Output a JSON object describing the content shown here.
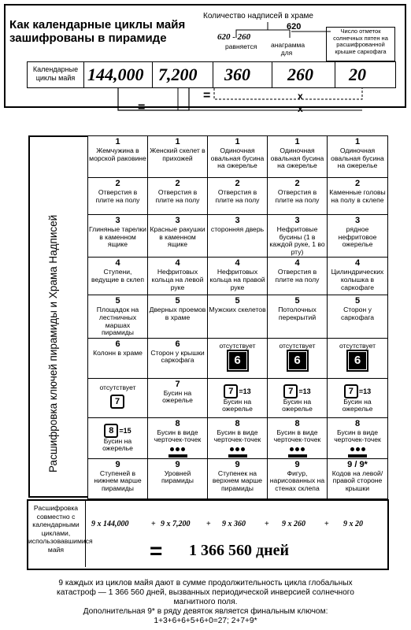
{
  "top": {
    "title_line1": "Как календарные циклы майя",
    "title_line2": "зашифрованы в пирамиде",
    "inscriptions_label": "Количество надписей в храме",
    "inscriptions_total": "620",
    "equals_formula": "620 - 260",
    "equals_word": "равняется",
    "anagram": "анаграмма для",
    "lid_note": "Число отметок солнечных пятен на расшифрованной крышке саркофага",
    "row_label": "Календарные циклы майя",
    "values": [
      "144,000",
      "7,200",
      "360",
      "260",
      "20"
    ],
    "eq_sign": "=",
    "x_sign": "x"
  },
  "side_label": "Расшифровка ключей пирамиды и Храма Надписей",
  "grid": [
    [
      {
        "n": "1",
        "t": "Жемчужина в морской раковине"
      },
      {
        "n": "1",
        "t": "Женский скелет в прихожей"
      },
      {
        "n": "1",
        "t": "Одиночная овальная бусина на ожерелье"
      },
      {
        "n": "1",
        "t": "Одиночная овальная бусина на ожерелье"
      },
      {
        "n": "1",
        "t": "Одиночная овальная бусина на ожерелье"
      }
    ],
    [
      {
        "n": "2",
        "t": "Отверстия в плите на полу"
      },
      {
        "n": "2",
        "t": "Отверстия в плите на полу"
      },
      {
        "n": "2",
        "t": "Отверстия в плите на полу"
      },
      {
        "n": "2",
        "t": "Отверстия в плите на полу"
      },
      {
        "n": "2",
        "t": "Каменные головы на полу в склепе"
      }
    ],
    [
      {
        "n": "3",
        "t": "Глиняные тарелки в каменном ящике"
      },
      {
        "n": "3",
        "t": "Красные ракушки в каменном ящике"
      },
      {
        "n": "3",
        "t": "сторонняя дверь"
      },
      {
        "n": "3",
        "t": "Нефритовые бусины (1 в каждой руке, 1 во рту)"
      },
      {
        "n": "3",
        "t": "рядное нефритовое ожерелье"
      }
    ],
    [
      {
        "n": "4",
        "t": "Ступени, ведущие в склеп"
      },
      {
        "n": "4",
        "t": "Нефритовых кольца на левой руке"
      },
      {
        "n": "4",
        "t": "Нефритовых кольца на правой руке"
      },
      {
        "n": "4",
        "t": "Отверстия в плите на полу"
      },
      {
        "n": "4",
        "t": "Цилиндрических колышка в саркофаге"
      }
    ],
    [
      {
        "n": "5",
        "t": "Площадок на лестничных маршах пирамиды"
      },
      {
        "n": "5",
        "t": "Дверных проемов в храме"
      },
      {
        "n": "5",
        "t": "Мужских скелетов"
      },
      {
        "n": "5",
        "t": "Потолочных перекрытий"
      },
      {
        "n": "5",
        "t": "Сторон у саркофага"
      }
    ],
    [
      {
        "n": "6",
        "t": "Колонн в храме"
      },
      {
        "n": "6",
        "t": "Сторон у крышки саркофага"
      },
      {
        "n": "",
        "t": "отсутствует",
        "g": "6"
      },
      {
        "n": "",
        "t": "отсутствует",
        "g": "6"
      },
      {
        "n": "",
        "t": "отсутствует",
        "g": "6"
      }
    ],
    [
      {
        "n": "",
        "t": "отсутствует",
        "g7": "7"
      },
      {
        "n": "7",
        "t": "Бусин на ожерелье"
      },
      {
        "n": "",
        "t": "Бусин на ожерелье",
        "g7": "7",
        "eq": "=13"
      },
      {
        "n": "",
        "t": "Бусин на ожерелье",
        "g7": "7",
        "eq": "=13"
      },
      {
        "n": "",
        "t": "Бусин на ожерелье",
        "g7": "7",
        "eq": "=13"
      }
    ],
    [
      {
        "n": "",
        "t": "Бусин на ожерелье",
        "g7": "8",
        "eq": "=15"
      },
      {
        "n": "8",
        "t": "Бусин в виде черточек-точек"
      },
      {
        "n": "8",
        "t": "Бусин в виде черточек-точек"
      },
      {
        "n": "8",
        "t": "Бусин в виде черточек-точек"
      },
      {
        "n": "8",
        "t": "Бусин в виде черточек-точек"
      }
    ],
    [
      {
        "n": "9",
        "t": "Ступеней в нижнем марше пирамиды"
      },
      {
        "n": "9",
        "t": "Уровней пирамиды"
      },
      {
        "n": "9",
        "t": "Ступенек на верхнем марше пирамиды"
      },
      {
        "n": "9",
        "t": "Фигур, нарисованных на стенах склепа"
      },
      {
        "n": "9 / 9*",
        "t": "Кодов на левой/правой стороне крышки"
      }
    ]
  ],
  "bottom": {
    "label": "Расшифровка совместно с календарными циклами, использовавшимися майя",
    "terms": [
      "9 x 144,000",
      "9 x 7,200",
      "9 x 360",
      "9 x 260",
      "9 x 20"
    ],
    "plus": "+",
    "result_eq": "=",
    "result": "1 366 560 дней"
  },
  "footer": {
    "line1": "9 каждых из циклов майя дают в сумме продолжительность цикла глобальных",
    "line2": "катастроф — 1 366 560 дней, вызванных периодической инверсией солнечного",
    "line3": "магнитного поля.",
    "line4": "Дополнительная 9* в ряду девяток является финальным ключом:",
    "line5": "1+3+6+6+5+6+0=27;   2+7+9*"
  }
}
